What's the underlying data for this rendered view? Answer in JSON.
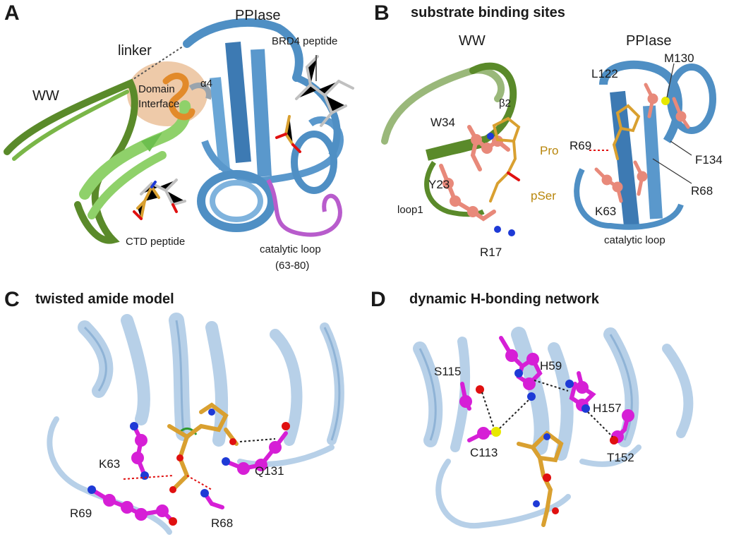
{
  "panels": {
    "a": {
      "letter": "A",
      "labels": {
        "ppiase": "PPIase",
        "linker": "linker",
        "brd4": "BRD4 peptide",
        "ww": "WW",
        "domain": "Domain",
        "interface": "Interface",
        "alpha4": "α4",
        "ctd": "CTD peptide",
        "catalytic": "catalytic loop",
        "range": "(63-80)"
      }
    },
    "b": {
      "letter": "B",
      "title": "substrate binding sites",
      "labels": {
        "ww": "WW",
        "ppiase": "PPIase",
        "beta2": "β2",
        "w34": "W34",
        "pro": "Pro",
        "y23": "Y23",
        "pser": "pSer",
        "loop1": "loop1",
        "r17": "R17",
        "l122": "L122",
        "m130": "M130",
        "r69": "R69",
        "f134": "F134",
        "r68": "R68",
        "k63": "K63",
        "catalytic": "catalytic loop"
      }
    },
    "c": {
      "letter": "C",
      "title": "twisted amide model",
      "labels": {
        "k63": "K63",
        "q131": "Q131",
        "r69": "R69",
        "r68": "R68"
      }
    },
    "d": {
      "letter": "D",
      "title": "dynamic H-bonding network",
      "labels": {
        "s115": "S115",
        "h59": "H59",
        "h157": "H157",
        "c113": "C113",
        "t152": "T152"
      }
    }
  },
  "colors": {
    "ww_dark": "#5a8a2a",
    "ww_light": "#8fd16a",
    "ppiase": "#4f8fc4",
    "ppiase_light": "#b7d0e8",
    "catalytic_loop": "#b85ccc",
    "interface": "#e8b88c",
    "residue_salmon": "#e8897a",
    "residue_magenta": "#d61fd6",
    "substrate_gold": "#d9a030",
    "nitrogen": "#1e3ad6",
    "oxygen": "#e01010",
    "sulfur": "#e8e800"
  }
}
